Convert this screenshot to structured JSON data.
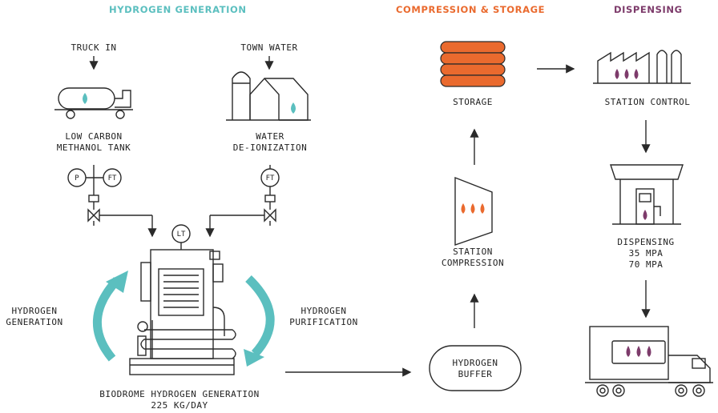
{
  "headers": {
    "generation": {
      "text": "HYDROGEN GENERATION",
      "color": "#5bbfbf"
    },
    "compression": {
      "text": "COMPRESSION & STORAGE",
      "color": "#ea6a2e"
    },
    "dispensing": {
      "text": "DISPENSING",
      "color": "#7d3b6b"
    }
  },
  "labels": {
    "truck_in": "TRUCK IN",
    "town_water": "TOWN WATER",
    "methanol_tank": "LOW CARBON\nMETHANOL TANK",
    "water_deionization": "WATER\nDE-IONIZATION",
    "hydrogen_generation_side": "HYDROGEN\nGENERATION",
    "hydrogen_purification_side": "HYDROGEN\nPURIFICATION",
    "biodrome": "BIODROME HYDROGEN GENERATION\n225 KG/DAY",
    "storage": "STORAGE",
    "station_compression": "STATION\nCOMPRESSION",
    "hydrogen_buffer": "HYDROGEN\nBUFFER",
    "station_control": "STATION CONTROL",
    "dispensing": "DISPENSING\n35 MPA\n70 MPA"
  },
  "instruments": {
    "pressure": "P",
    "flow_transmitter_left": "FT",
    "flow_transmitter_right": "FT",
    "level_transmitter": "LT"
  },
  "colors": {
    "line": "#2a2a2a",
    "teal": "#5bbfbf",
    "orange": "#ea6a2e",
    "purple": "#7d3b6b"
  }
}
